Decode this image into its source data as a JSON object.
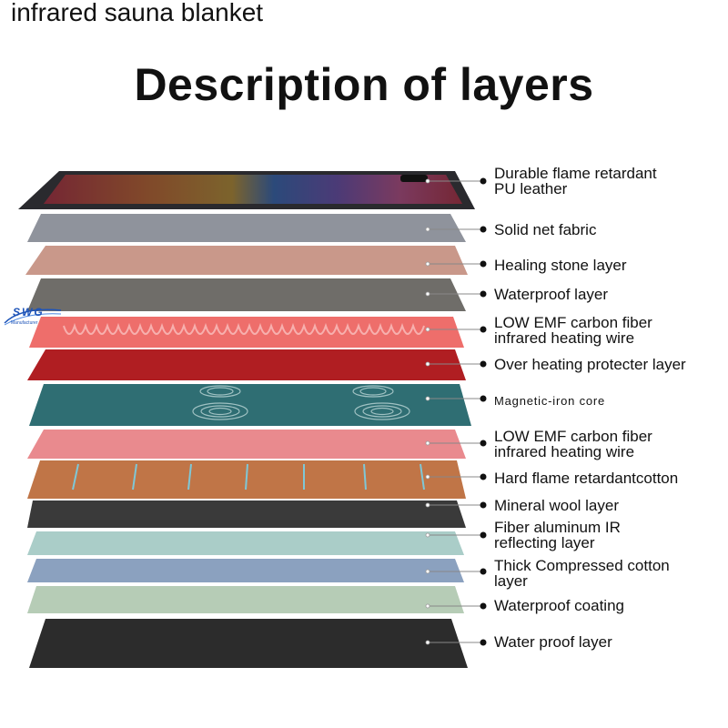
{
  "header": {
    "product": "infrared sauna blanket",
    "title": "Description of layers"
  },
  "logo": {
    "text": "SWG",
    "tagline": "Manufacturer"
  },
  "layers": [
    {
      "label": "Durable flame retardant PU leather",
      "line1": "Durable flame retardant",
      "line2": "PU leather",
      "color": "#2a2a2e"
    },
    {
      "label": "Solid net fabric",
      "color": "#8f939c"
    },
    {
      "label": "Healing stone layer",
      "color": "#c9988a"
    },
    {
      "label": "Waterproof layer",
      "color": "#6f6d69"
    },
    {
      "label": "LOW EMF carbon fiber infrared heating wire",
      "line1": "LOW EMF carbon fiber",
      "line2": "infrared heating wire",
      "color": "#ee6e6b"
    },
    {
      "label": "Over heating protecter layer",
      "color": "#b01e22"
    },
    {
      "label": "Magnetic-iron core",
      "color": "#2f6e73"
    },
    {
      "label": "LOW EMF carbon fiber infrared heating wire",
      "line1": "LOW EMF carbon fiber",
      "line2": "infrared heating wire",
      "color": "#e98a8e"
    },
    {
      "label": "Hard flame retardantcotton",
      "color": "#c07547"
    },
    {
      "label": "Mineral wool layer",
      "color": "#3a3a3a"
    },
    {
      "label": "Fiber aluminum IR reflecting layer",
      "line1": "Fiber aluminum IR",
      "line2": "reflecting layer",
      "color": "#aacdc8"
    },
    {
      "label": "Thick Compressed cotton layer",
      "line1": "Thick Compressed cotton",
      "line2": "layer",
      "color": "#8ba1bf"
    },
    {
      "label": "Waterproof coating",
      "color": "#b6ccb6"
    },
    {
      "label": "Water proof layer",
      "color": "#2c2c2c"
    }
  ]
}
